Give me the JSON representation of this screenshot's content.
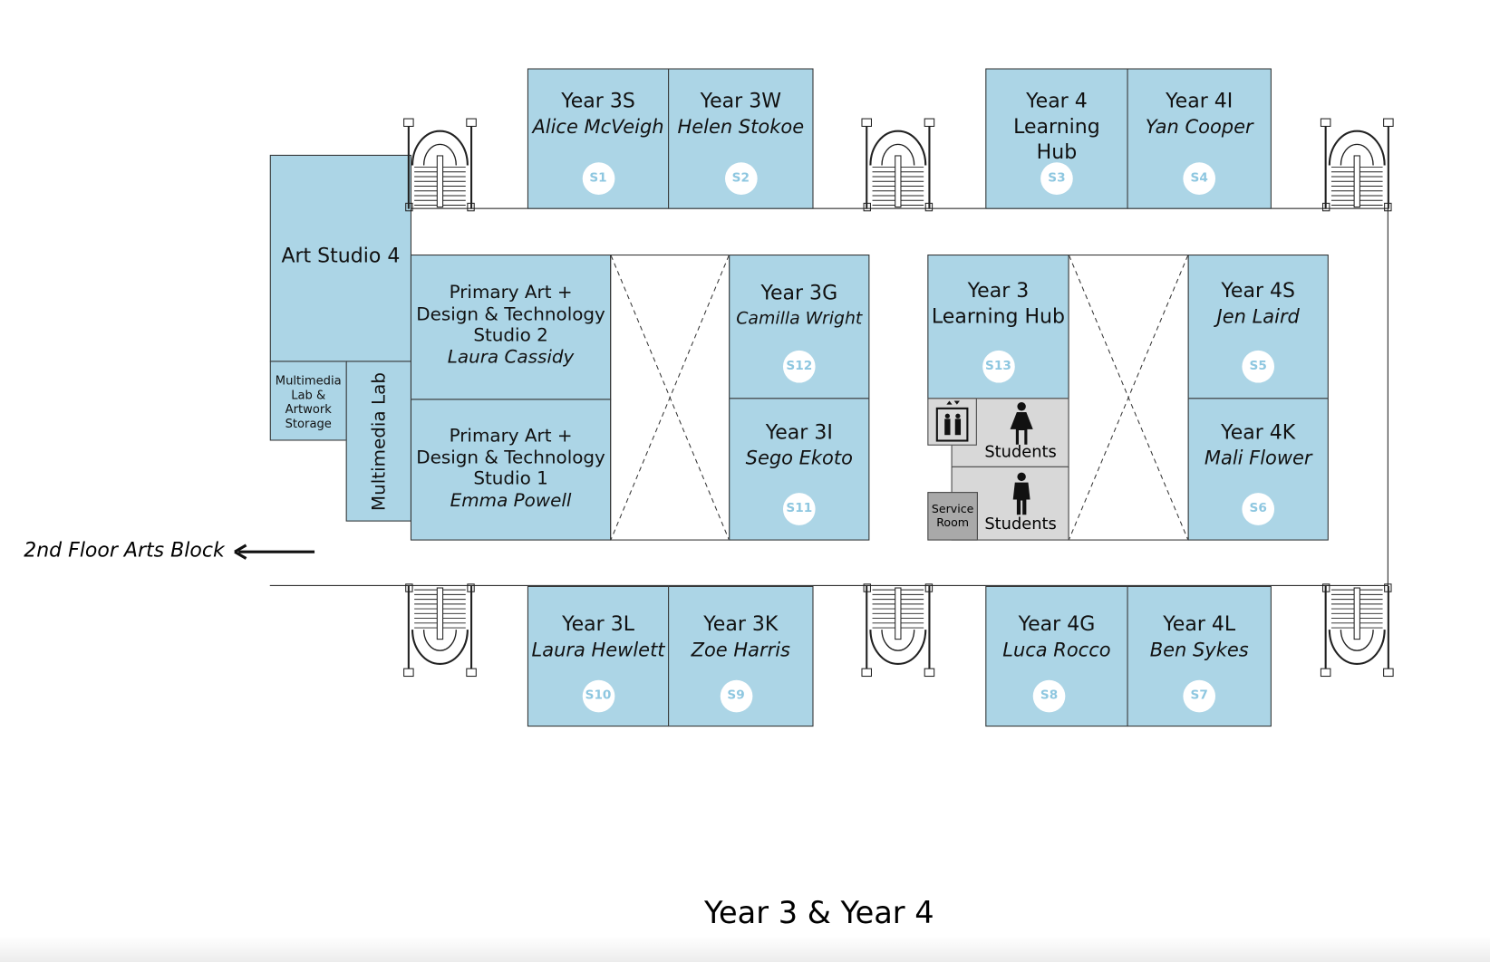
{
  "title": "Year 3 & Year 4",
  "arrow_label": "2nd Floor Arts Block",
  "colors": {
    "room": "#acd5e6",
    "badge_text": "#8ec7e0",
    "toilet": "#d8d8d8",
    "service": "#a9a9a9"
  },
  "rooms": {
    "s1": {
      "title": "Year 3S",
      "name": "Alice McVeigh",
      "badge": "S1"
    },
    "s2": {
      "title": "Year 3W",
      "name": "Helen Stokoe",
      "badge": "S2"
    },
    "s3": {
      "title": "Year 4 Learning Hub",
      "badge": "S3"
    },
    "s4": {
      "title": "Year 4I",
      "name": "Yan Cooper",
      "badge": "S4"
    },
    "s5": {
      "title": "Year 4S",
      "name": "Jen Laird",
      "badge": "S5"
    },
    "s6": {
      "title": "Year 4K",
      "name": "Mali Flower",
      "badge": "S6"
    },
    "s7": {
      "title": "Year 4L",
      "name": "Ben Sykes",
      "badge": "S7"
    },
    "s8": {
      "title": "Year 4G",
      "name": "Luca Rocco",
      "badge": "S8"
    },
    "s9": {
      "title": "Year 3K",
      "name": "Zoe Harris",
      "badge": "S9"
    },
    "s10": {
      "title": "Year 3L",
      "name": "Laura Hewlett",
      "badge": "S10"
    },
    "s11": {
      "title": "Year 3I",
      "name": "Sego Ekoto",
      "badge": "S11"
    },
    "s12": {
      "title": "Year 3G",
      "name": "Camilla Wright",
      "badge": "S12"
    },
    "s13": {
      "title": "Year 3 Learning Hub",
      "badge": "S13"
    },
    "art4": {
      "title": "Art Studio 4"
    },
    "mm_storage": {
      "title": "Multimedia Lab & Artwork Storage"
    },
    "mm_lab": {
      "title": "Multimedia Lab"
    },
    "pa2": {
      "title": "Primary Art + Design & Technology Studio 2",
      "name": "Laura Cassidy"
    },
    "pa1": {
      "title": "Primary Art + Design & Technology Studio 1",
      "name": "Emma Powell"
    },
    "toilet_girls": {
      "title": "Students"
    },
    "toilet_boys": {
      "title": "Students"
    },
    "service": {
      "title": "Service Room"
    }
  }
}
